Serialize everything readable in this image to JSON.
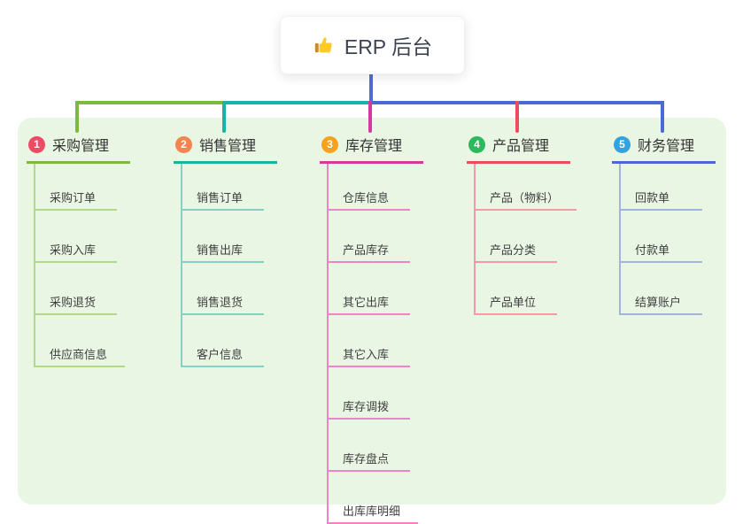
{
  "root": {
    "title": "ERP 后台",
    "icon": "thumbs-up-icon",
    "line_color": "#5468d4",
    "card_bg": "#ffffff"
  },
  "canvas": {
    "page_bg": "#ffffff",
    "panel_bg": "#e9f6e4"
  },
  "branches": [
    {
      "number": "1",
      "title": "采购管理",
      "badge_color": "#ee4a63",
      "line_color": "#7cb93f",
      "subline_color": "#b2d88a",
      "items": [
        "采购订单",
        "采购入库",
        "采购退货",
        "供应商信息"
      ]
    },
    {
      "number": "2",
      "title": "销售管理",
      "badge_color": "#f5854e",
      "line_color": "#18b3a5",
      "subline_color": "#84d2c6",
      "items": [
        "销售订单",
        "销售出库",
        "销售退货",
        "客户信息"
      ]
    },
    {
      "number": "3",
      "title": "库存管理",
      "badge_color": "#f6a21f",
      "line_color": "#d6399d",
      "subline_color": "#ef83c6",
      "items": [
        "仓库信息",
        "产品库存",
        "其它出库",
        "其它入库",
        "库存调拨",
        "库存盘点",
        "出库库明细"
      ]
    },
    {
      "number": "4",
      "title": "产品管理",
      "badge_color": "#2cb85c",
      "line_color": "#ee4c5e",
      "subline_color": "#f49aa4",
      "items": [
        "产品（物料）",
        "产品分类",
        "产品单位"
      ]
    },
    {
      "number": "5",
      "title": "财务管理",
      "badge_color": "#33a3dd",
      "line_color": "#4a69d2",
      "subline_color": "#a3b4dd",
      "items": [
        "回款单",
        "付款单",
        "结算账户"
      ]
    }
  ]
}
